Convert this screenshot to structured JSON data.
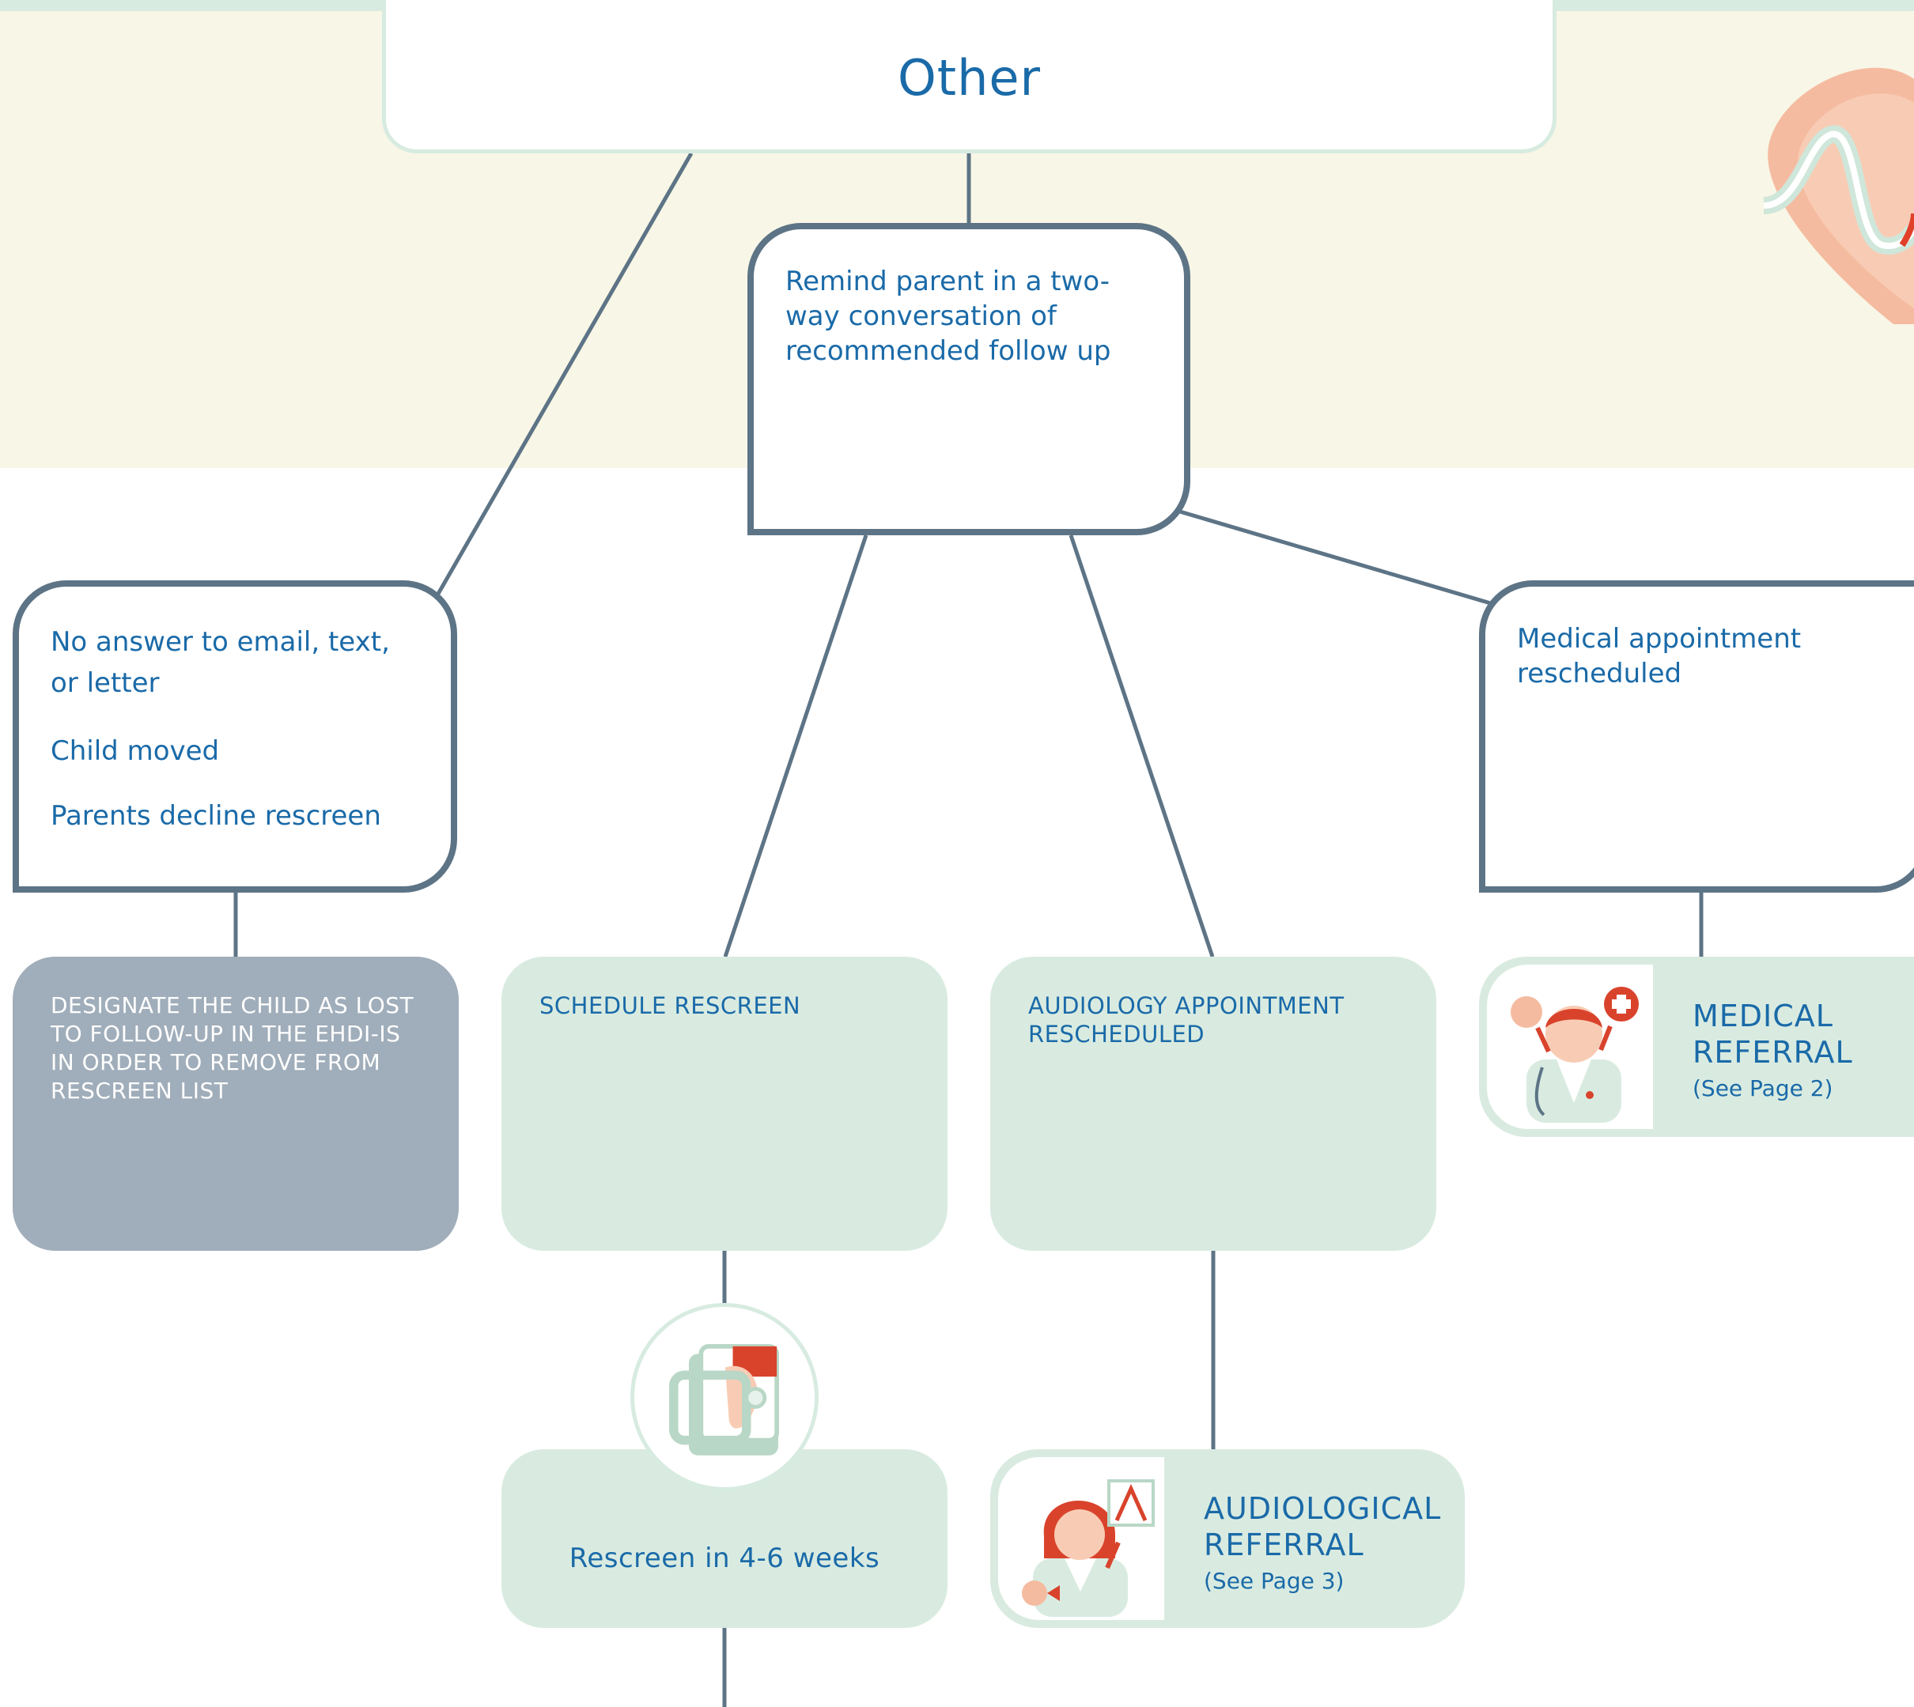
{
  "title": "Other",
  "nodes": {
    "remind": "Remind parent in a two-way conversation of recommended follow up",
    "no_answer": [
      "No answer to email, text, or letter",
      "Child moved",
      "Parents decline rescreen"
    ],
    "medical_appointment": "Medical appointment rescheduled",
    "designate": "DESIGNATE THE CHILD AS LOST TO FOLLOW-UP IN THE EHDI-IS IN ORDER TO REMOVE FROM RESCREEN LIST",
    "schedule_rescreen": "SCHEDULE RESCREEN",
    "audiology_appointment": "AUDIOLOGY APPOINTMENT RESCHEDULED",
    "rescreen_weeks": "Rescreen in 4-6 weeks"
  },
  "referrals": {
    "medical": {
      "title": "MEDICAL REFERRAL",
      "sub": "(See Page 2)",
      "icon": "doctor-icon"
    },
    "audiological": {
      "title": "AUDIOLOGICAL REFERRAL",
      "sub": "(See Page 3)",
      "icon": "audiologist-icon"
    }
  },
  "icons": {
    "rescreen": "hearing-screen-icon",
    "decor": "heart-icon"
  },
  "colors": {
    "connector": "#5d7486",
    "mint": "#d9ebe1",
    "gray": "#a0adba",
    "cream": "#f8f6e6",
    "text": "#1a6aa8"
  }
}
